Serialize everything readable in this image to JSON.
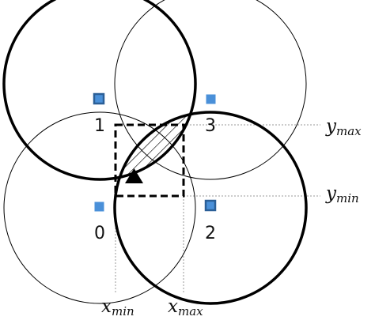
{
  "nodes": [
    {
      "id": "0",
      "label": "0"
    },
    {
      "id": "1",
      "label": "1"
    },
    {
      "id": "2",
      "label": "2"
    },
    {
      "id": "3",
      "label": "3"
    }
  ],
  "axis_labels": {
    "x_min": {
      "base": "x",
      "sub": "min"
    },
    "x_max": {
      "base": "x",
      "sub": "max"
    },
    "y_min": {
      "base": "y",
      "sub": "min"
    },
    "y_max": {
      "base": "y",
      "sub": "max"
    }
  },
  "colors": {
    "anchor_fill": "#4a90d9",
    "anchor_stroke": "#2b5f97",
    "line": "#000000",
    "guide": "#999999"
  },
  "icons": {
    "anchor": "square-anchor-icon",
    "target": "triangle-target-icon"
  }
}
